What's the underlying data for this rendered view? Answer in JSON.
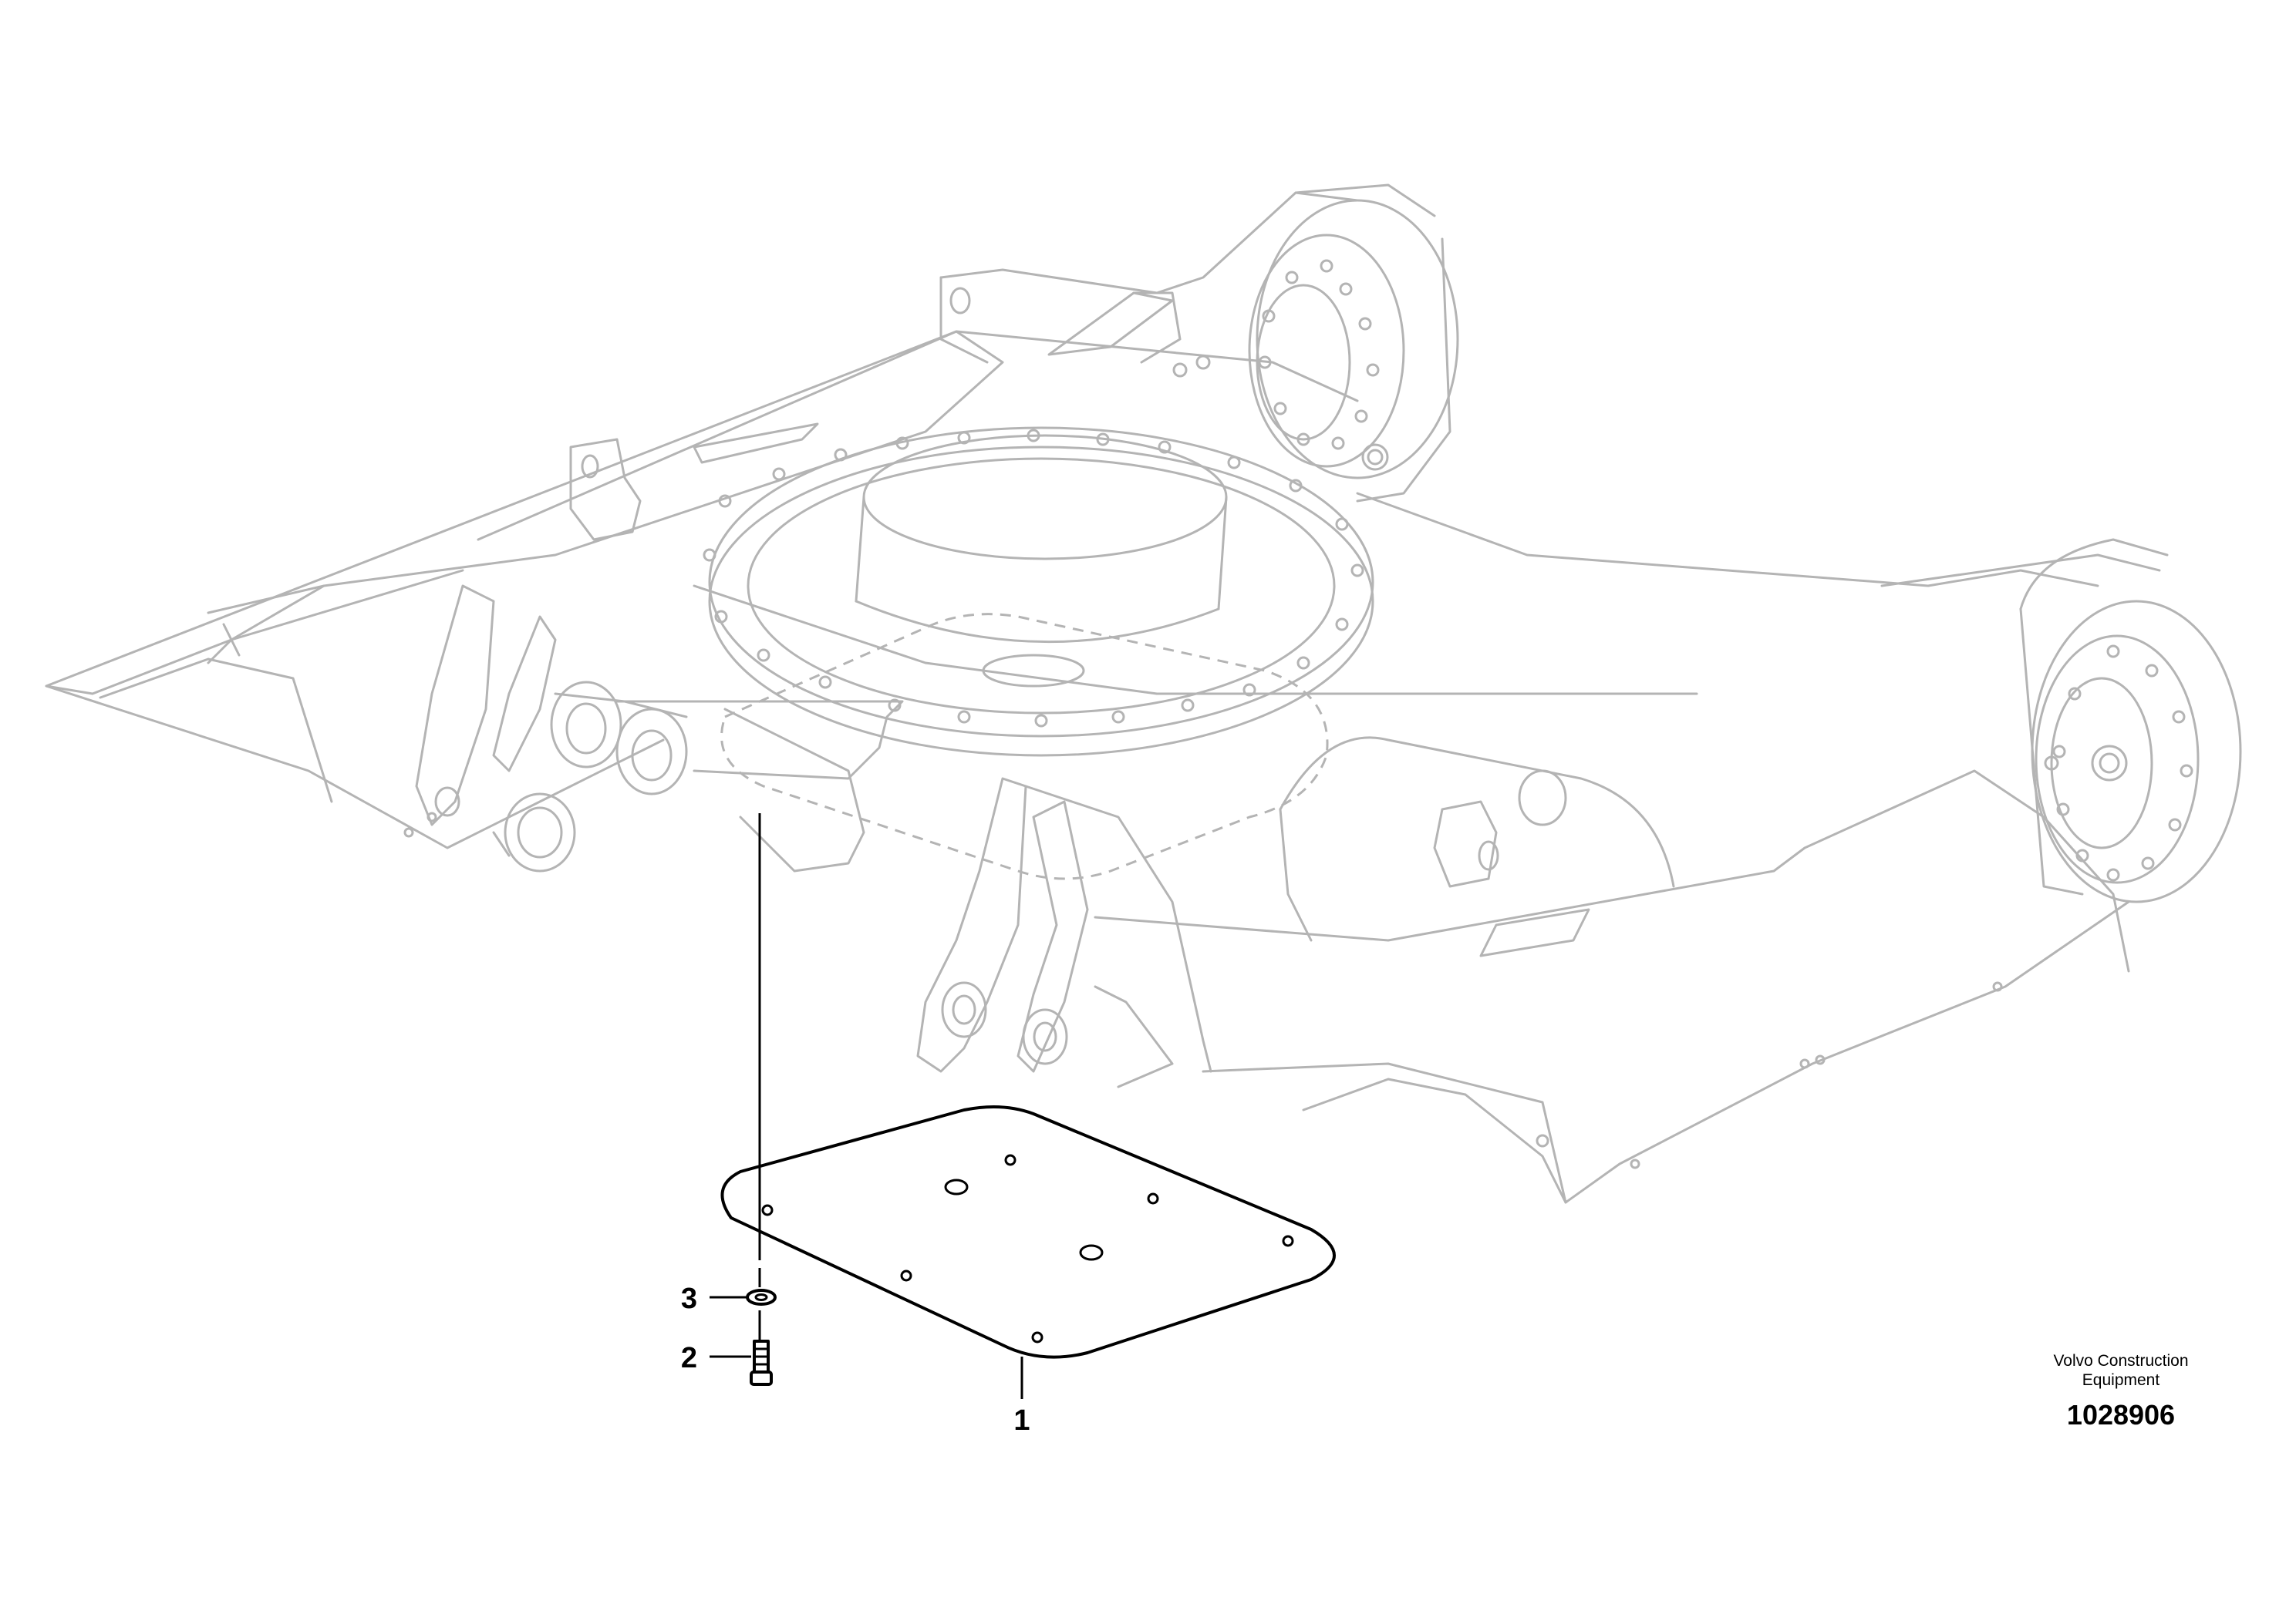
{
  "callouts": {
    "item1": "1",
    "item2": "2",
    "item3": "3"
  },
  "publisher": {
    "line1": "Volvo Construction",
    "line2": "Equipment"
  },
  "illustration_number": "1028906"
}
